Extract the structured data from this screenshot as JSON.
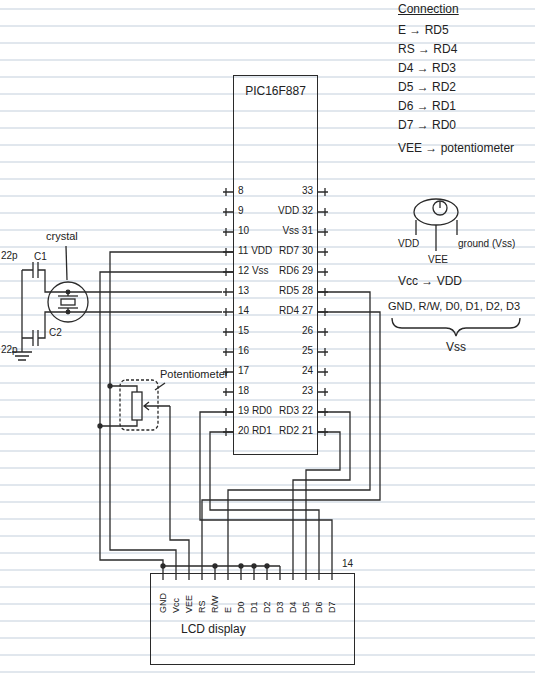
{
  "diagram": {
    "nodes": [
      {
        "text": [
          "PIC16F887"
        ]
      },
      {
        "text": [
          "LCD display"
        ]
      }
    ],
    "edges": [
      {
        "from": 0,
        "to": 1,
        "arrow": "none"
      },
      {
        "from": 0,
        "to": 1,
        "arrow": "none"
      },
      {
        "from": 0,
        "to": 1,
        "arrow": "none"
      },
      {
        "from": 0,
        "to": 1,
        "arrow": "none"
      },
      {
        "from": 0,
        "to": 1,
        "arrow": "none"
      },
      {
        "from": 0,
        "to": 1,
        "arrow": "none"
      },
      {
        "from": 0,
        "to": 1,
        "arrow": "none"
      },
      {
        "from": 0,
        "to": 1,
        "arrow": "none"
      }
    ],
    "labels": [
      "Connection",
      "E → RD5",
      "RS → RD4",
      "D4 → RD3",
      "D5 → RD2",
      "D6 → RD1",
      "D7 → RD0",
      "VEE → potentiometer",
      "VDD",
      "VEE",
      "ground (Vss)",
      "Vcc → VDD",
      "GND, R/W, D0, D1, D2, D3",
      "Vss",
      "8",
      "9",
      "10",
      "11 VDD",
      "12 Vss",
      "13",
      "14",
      "15",
      "16",
      "17",
      "18",
      "19 RD0",
      "20 RD1",
      "33",
      "VDD 32",
      "Vss 31",
      "RD7 30",
      "RD6 29",
      "RD5 28",
      "RD4 27",
      "26",
      "25",
      "24",
      "23",
      "RD3 22",
      "RD2 21",
      "crystal",
      "22p",
      "C1",
      "C2",
      "22p",
      "Potentiometer",
      "GND",
      "Vcc",
      "VEE",
      "RS",
      "R/W",
      "E",
      "D0",
      "D1",
      "D2",
      "D3",
      "D4",
      "D5",
      "D6",
      "D7",
      "14"
    ]
  }
}
